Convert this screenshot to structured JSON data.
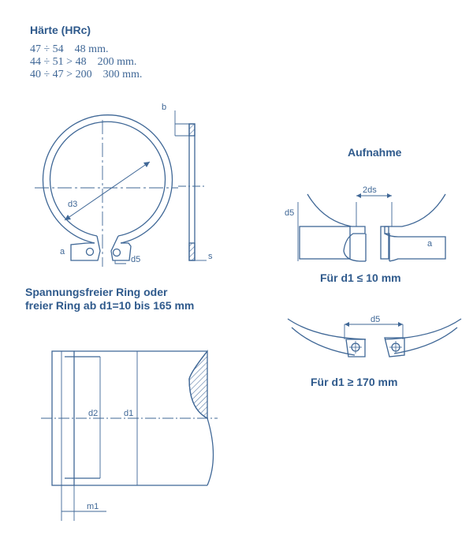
{
  "colors": {
    "ink": "#3f6796",
    "heading": "#2f5a8c",
    "hatch": "#5577a3"
  },
  "haerte": {
    "title": "Härte (HRc)",
    "rows": [
      "47 ÷ 54    48 mm.",
      "44 ÷ 51 > 48    200 mm.",
      "40 ÷ 47 > 200    300 mm."
    ]
  },
  "ring": {
    "d3": "d3",
    "a": "a",
    "d5": "d5",
    "b": "b",
    "s": "s"
  },
  "aufnahme": {
    "title": "Aufnahme",
    "small": {
      "ds": "2ds",
      "d5": "d5",
      "a": "a",
      "caption": "Für d1 ≤ 10 mm"
    },
    "large": {
      "d5": "d5",
      "caption": "Für d1 ≥ 170 mm"
    }
  },
  "spannung": {
    "title_line1": "Spannungsfreier Ring oder",
    "title_line2": "freier Ring ab d1=10 bis 165 mm",
    "d2": "d2",
    "d1": "d1",
    "m1": "m1"
  }
}
